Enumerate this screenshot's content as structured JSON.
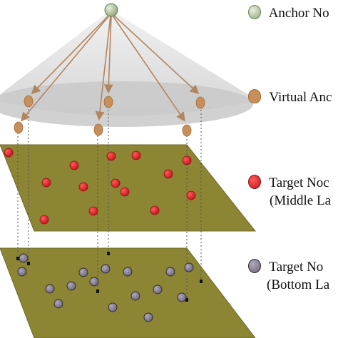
{
  "legend": {
    "anchor": {
      "label": "Anchor No",
      "icon": "green-circle-icon",
      "color": "#b8c8a6"
    },
    "virtual_anchor": {
      "label": "Virtual Anc",
      "icon": "tan-drop-icon",
      "color": "#c98f5a"
    },
    "target_middle": {
      "label_line1": "Target Noc",
      "label_line2": "(Middle La",
      "icon": "red-circle-icon",
      "color": "#d41e24"
    },
    "target_bottom": {
      "label_line1": "Target No",
      "label_line2": "(Bottom La",
      "icon": "gray-circle-icon",
      "color": "#8a8092"
    }
  },
  "colors": {
    "cone": "#d9d9d9",
    "cone_base": "#c4c4c4",
    "layer": "#8b8534",
    "arrow": "#b08660",
    "drop_line": "#555555"
  }
}
